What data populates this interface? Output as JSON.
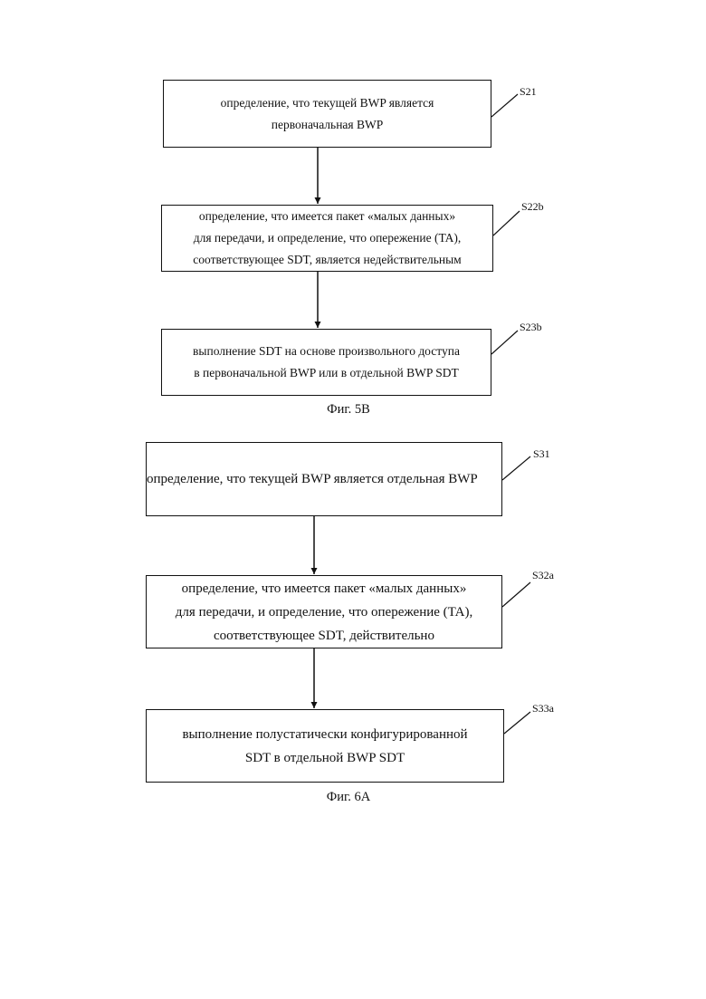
{
  "figure_5b": {
    "caption": "Фиг. 5B",
    "steps": [
      {
        "id": "S21",
        "lines": [
          "определение, что текущей BWP является",
          "первоначальная BWP"
        ]
      },
      {
        "id": "S22b",
        "lines": [
          "определение, что имеется пакет «малых данных»",
          "для передачи, и определение, что опережение (TA),",
          "соответствующее SDT, является недействительным"
        ]
      },
      {
        "id": "S23b",
        "lines": [
          "выполнение SDT на основе произвольного доступа",
          "в первоначальной BWP или в отдельной BWP SDT"
        ]
      }
    ]
  },
  "figure_6a": {
    "caption": "Фиг. 6A",
    "steps": [
      {
        "id": "S31",
        "lines": [
          "определение, что текущей BWP является отдельная BWP"
        ]
      },
      {
        "id": "S32a",
        "lines": [
          "определение, что имеется пакет «малых данных»",
          "для передачи, и определение, что опережение (TA),",
          "соответствующее SDT, действительно"
        ]
      },
      {
        "id": "S33a",
        "lines": [
          "выполнение полустатически конфигурированной",
          "SDT в отдельной BWP SDT"
        ]
      }
    ]
  }
}
